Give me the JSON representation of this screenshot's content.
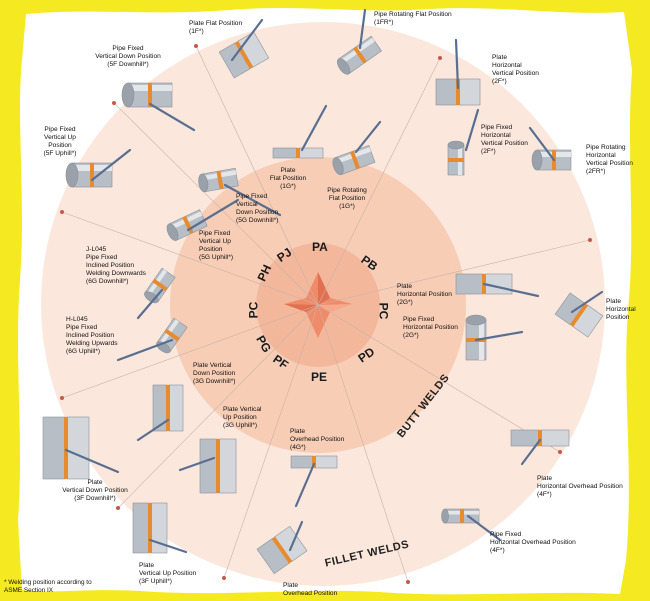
{
  "colors": {
    "background": "#ffffff",
    "frame": "#f5ea22",
    "outer_disc": "#fbe7dc",
    "inner_disc": "#f7cdb6",
    "core_disc": "#f3b89c",
    "center_star": "#f08b69",
    "weld_seam": "#e88a2e",
    "steel": "#b8bec6",
    "steel_dark": "#8a9099",
    "rod": "#5a6f90",
    "wire": "#c62828"
  },
  "position_codes": [
    "PA",
    "PB",
    "PC",
    "PD",
    "PE",
    "PF",
    "PG",
    "PC",
    "PH",
    "PJ"
  ],
  "band_labels": {
    "butt": "BUTT WELDS",
    "fillet": "FILLET WELDS"
  },
  "labels": {
    "plate_flat": "Plate Flat Position\n(1F*)",
    "pipe_rot_flat_1fr": "Pipe Rotating Flat Position\n(1FR*)",
    "plate_horiz_vert_2f": "Plate\nHorizontal\nVertical Position\n(2F*)",
    "pipe_fixed_horiz_vert_2f": "Pipe Fixed\nHorizontal\nVertical Position\n(2F*)",
    "pipe_rot_horiz_vert_2fr": "Pipe Rotating\nHorizontal\nVertical Position\n(2FR*)",
    "plate_horizontal_right": "Plate\nHorizontal\nPosition",
    "pipe_fixed_vert_down_5f": "Pipe Fixed\nVertical Down Position\n(5F Downhill*)",
    "pipe_fixed_vert_up_5f": "Pipe Fixed\nVertical Up Position\n(5F Uphill*)",
    "plate_flat_1g": "Plate\nFlat Position\n(1G*)",
    "pipe_rot_flat_1g": "Pipe Rotating\nFlat Position\n(1G*)",
    "pipe_fixed_vert_down_5g": "Pipe Fixed\nVertical\nDown Position\n(5G Downhill*)",
    "pipe_fixed_vert_up_5g": "Pipe Fixed\nVertical Up\nPosition\n(5G Uphill*)",
    "j_l045": "J-L045\nPipe Fixed\nInclined Position\nWelding Downwards\n(6G Downhill*)",
    "h_l045": "H-L045\nPipe Fixed\nInclined Position\nWelding Upwards\n(6G Uphill*)",
    "plate_horiz_2g": "Plate\nHorizontal Position\n(2G*)",
    "pipe_fixed_horiz_2g": "Pipe Fixed\nHorizontal Position\n(2G*)",
    "plate_vert_down_3g": "Plate Vertical\nDown Position\n(3G Downhill*)",
    "plate_vert_up_3g": "Plate Vertical\nUp Position\n(3G Uphill*)",
    "plate_overhead_4g": "Plate\nOverhead Position\n(4G*)",
    "plate_vert_down_3f": "Plate\nVertical Down Position\n(3F Downhill*)",
    "plate_vert_up_3f": "Plate\nVertical Up Position\n(3F Uphill*)",
    "plate_horiz_overhead_4f": "Plate\nHorizontal Overhead Position\n(4F*)",
    "pipe_fixed_horiz_overhead_4f": "Pipe Fixed\nHorizontal Overhead Position\n(4F*)",
    "plate_overhead_bottom": "Plate\nOverhead Position"
  },
  "footnote": "* Welding position according to\nASME Section IX"
}
